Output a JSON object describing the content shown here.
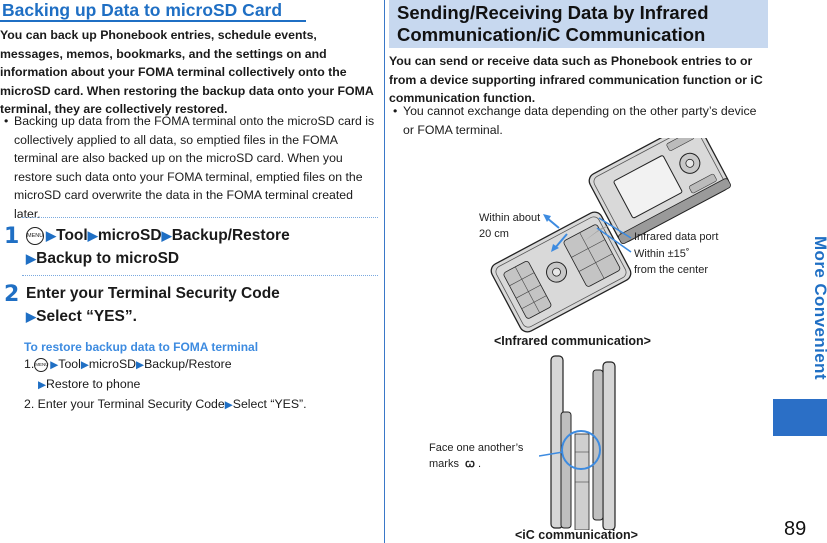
{
  "left": {
    "title": "Backing up Data to microSD Card",
    "intro": "You can back up Phonebook entries, schedule events, messages, memos, bookmarks, and the settings on and information about your FOMA terminal collectively onto the microSD card. When restoring the backup data onto your FOMA terminal, they are collectively restored.",
    "bullet": "Backing up data from the FOMA terminal onto the microSD card is collectively applied to all data, so emptied files in the FOMA terminal are also backed up on the microSD card. When you restore such data onto your FOMA terminal, emptied files on the microSD card overwrite the data in the FOMA terminal created later.",
    "bullet_mark": "•",
    "menu_key": "MENU",
    "arrow": "▶",
    "step1": {
      "num": "1",
      "a": "Tool",
      "b": "microSD",
      "c": "Backup/Restore",
      "d": "Backup to microSD"
    },
    "step2": {
      "num": "2",
      "a": "Enter your Terminal Security Code",
      "b": "Select “YES”."
    },
    "restore": {
      "heading": "To restore backup data to FOMA terminal",
      "line1_num": "1.",
      "tool": "Tool",
      "microsd": "microSD",
      "backup_restore": "Backup/Restore",
      "restore_to_phone": "Restore to phone",
      "line2": "2. Enter your Terminal Security Code",
      "line2_end": "Select “YES”."
    }
  },
  "right": {
    "title_line1": "Sending/Receiving Data by Infrared",
    "title_line2": "Communication/iC Communication",
    "intro": "You can send or receive data such as Phonebook entries to or from a device supporting infrared communication function or iC communication function.",
    "bullet": "You cannot exchange data depending on the other party’s device or FOMA terminal.",
    "bullet_mark": "•",
    "figure1": {
      "label_distance_1": "Within about",
      "label_distance_2": "20 cm",
      "label_port": "Infrared data port",
      "label_angle_1": "Within ±15˚",
      "label_angle_2": "from the center",
      "caption": "<Infrared communication>"
    },
    "figure2": {
      "label_1": "Face one another’s",
      "label_2": "marks",
      "ic_mark": "ꞷ",
      "label_end": ".",
      "caption": "<iC communication>"
    }
  },
  "side_tab": "More Convenient",
  "page_number": "89",
  "colors": {
    "accent": "#1f6fc4",
    "title_band": "#c7d8ef",
    "tab_block": "#2b6fc6"
  }
}
